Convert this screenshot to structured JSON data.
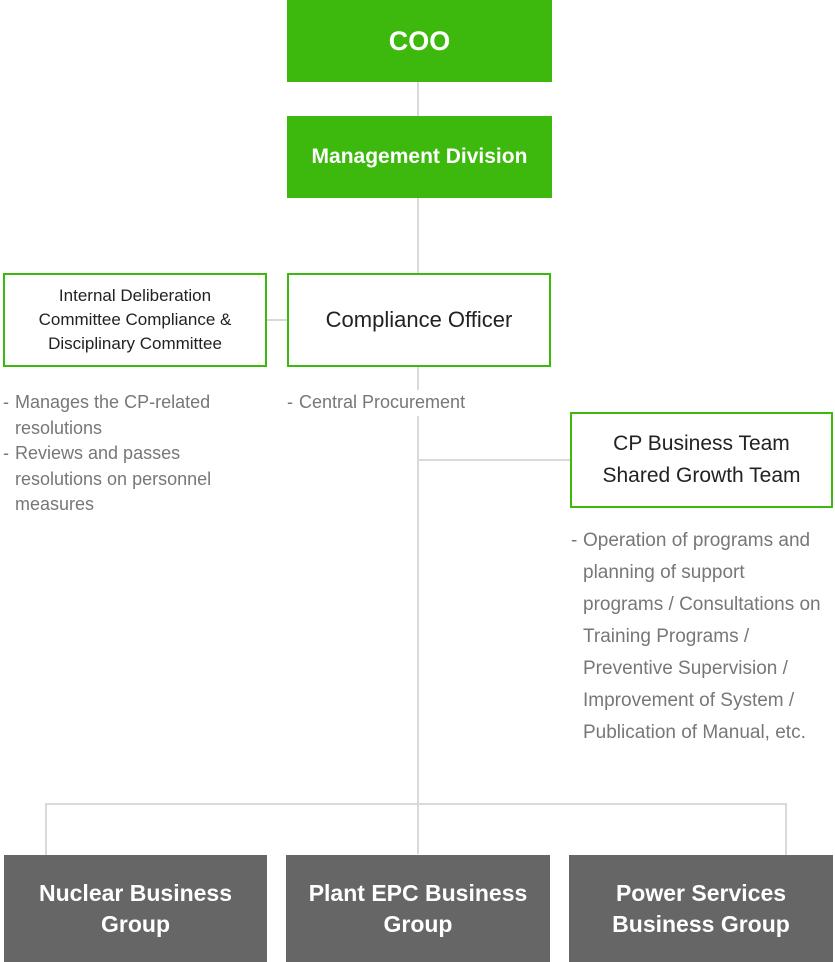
{
  "chart": {
    "coo": "COO",
    "management_division": "Management Division",
    "compliance_officer": "Compliance Officer",
    "internal_committee": "Internal Deliberation\nCommittee Compliance &\nDisciplinary Committee",
    "committee_notes": [
      "Manages the CP-related resolutions",
      "Reviews and passes resolutions on personnel measures"
    ],
    "officer_notes": [
      "Central Procurement"
    ],
    "cp_team": "CP Business Team\nShared Growth Team",
    "cp_team_notes": [
      "Operation of programs and planning of support programs / Consultations on Training Programs / Preventive Supervision / Improvement of System / Publication of Manual, etc."
    ],
    "business_groups": [
      "Nuclear Business\nGroup",
      "Plant EPC Business\nGroup",
      "Power Services\nBusiness Group"
    ],
    "note_dash": "-"
  },
  "colors": {
    "green": "#3cb90c",
    "gray_box": "#666666",
    "connector": "#d9d9d9",
    "note_text": "#777777"
  }
}
